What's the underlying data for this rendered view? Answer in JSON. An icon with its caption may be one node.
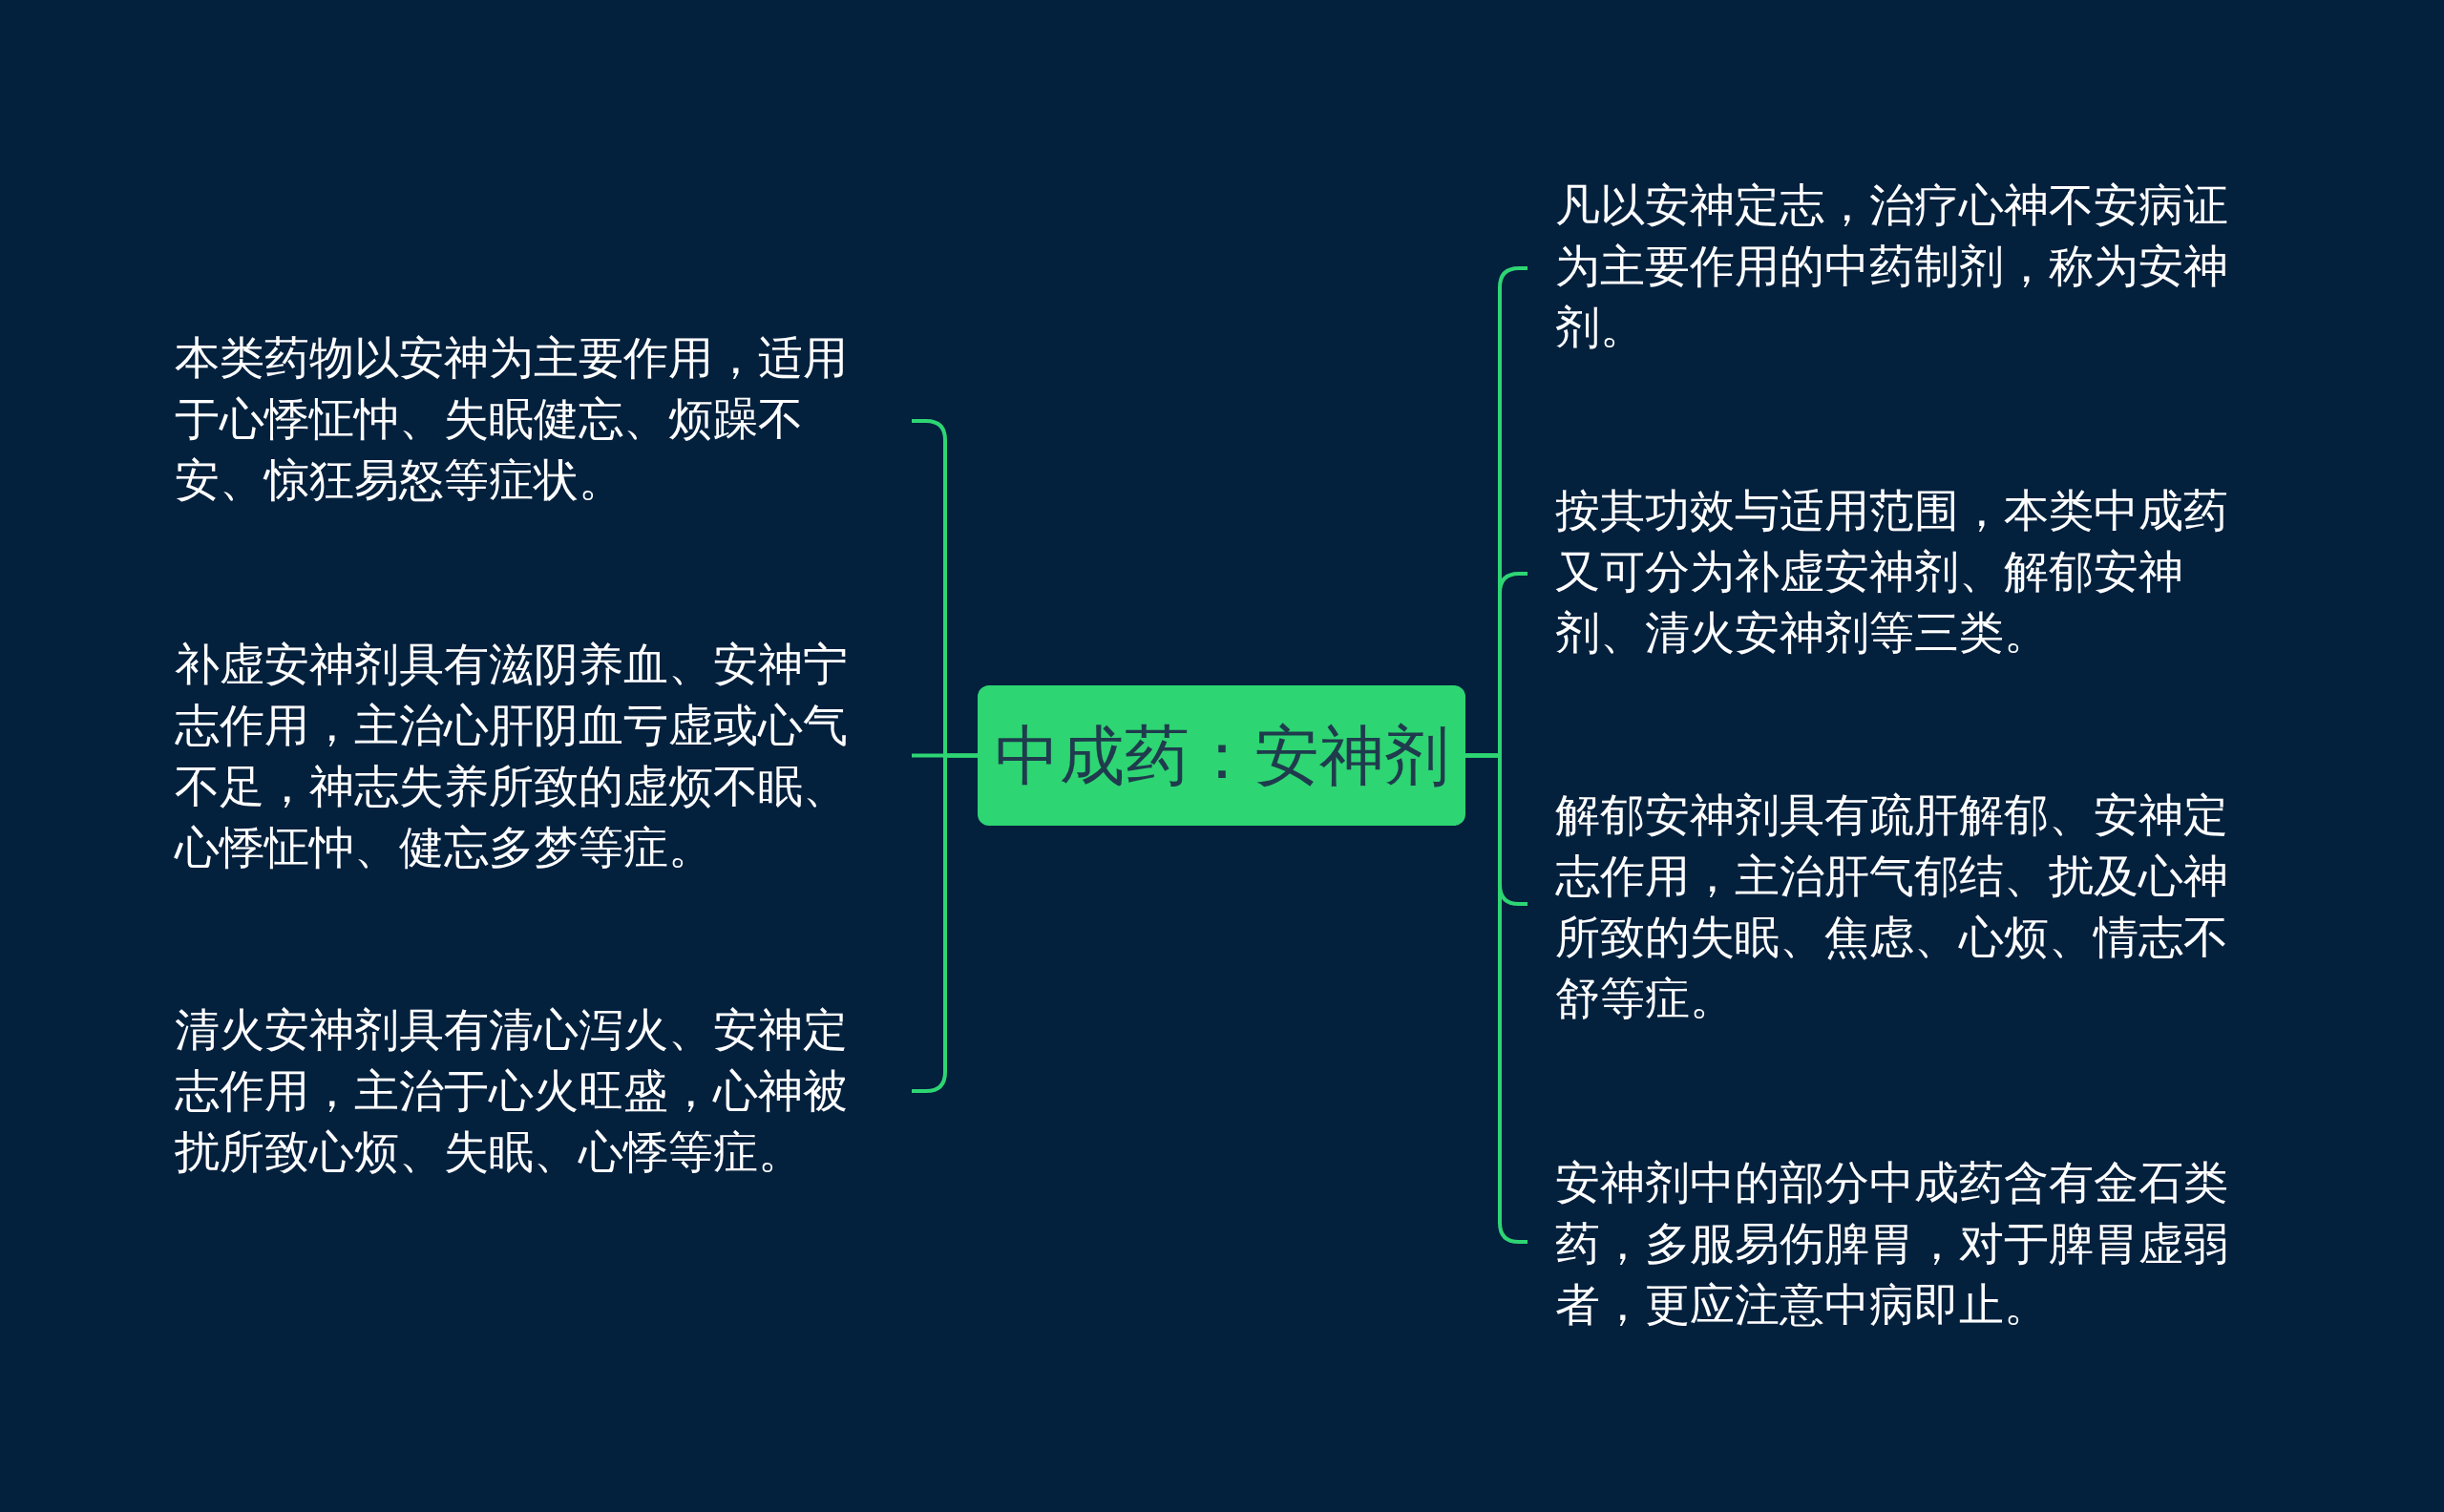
{
  "diagram": {
    "nodes": [
      {
        "text": [
          "中成药：安神剂"
        ]
      },
      {
        "text": [
          "本类药物以安神为主要作用，适用于心悸怔忡、失眠健忘、烦躁不安、惊狂易怒等症状。"
        ]
      },
      {
        "text": [
          "补虚安神剂具有滋阴养血、安神宁志作用，主治心肝阴血亏虚或心气不足，神志失养所致的虚烦不眠、心悸怔忡、健忘多梦等症。"
        ]
      },
      {
        "text": [
          "清火安神剂具有清心泻火、安神定志作用，主治于心火旺盛，心神被扰所致心烦、失眠、心悸等症。"
        ]
      },
      {
        "text": [
          "凡以安神定志，治疗心神不安病证为主要作用的中药制剂，称为安神剂。"
        ]
      },
      {
        "text": [
          "按其功效与适用范围，本类中成药又可分为补虚安神剂、解郁安神剂、清火安神剂等三类。"
        ]
      },
      {
        "text": [
          "解郁安神剂具有疏肝解郁、安神定志作用，主治肝气郁结、扰及心神所致的失眠、焦虑、心烦、情志不舒等症。"
        ]
      },
      {
        "text": [
          "安神剂中的部分中成药含有金石类药，多服易伤脾胃，对于脾胃虚弱者，更应注意中病即止。"
        ]
      }
    ],
    "edges": [
      {
        "from": 0,
        "to": 1,
        "arrow": "none"
      },
      {
        "from": 0,
        "to": 2,
        "arrow": "none"
      },
      {
        "from": 0,
        "to": 3,
        "arrow": "none"
      },
      {
        "from": 0,
        "to": 4,
        "arrow": "none"
      },
      {
        "from": 0,
        "to": 5,
        "arrow": "none"
      },
      {
        "from": 0,
        "to": 6,
        "arrow": "none"
      },
      {
        "from": 0,
        "to": 7,
        "arrow": "none"
      }
    ]
  }
}
